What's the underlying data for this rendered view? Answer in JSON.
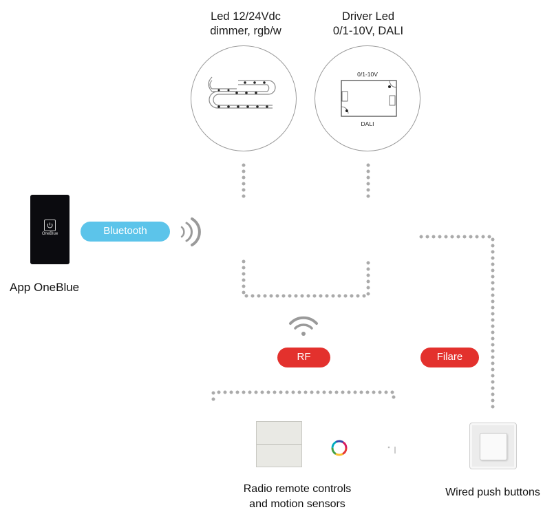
{
  "devices": {
    "led_dimmer": {
      "title_line1": "Led 12/24Vdc",
      "title_line2": "dimmer, rgb/w"
    },
    "driver": {
      "title_line1": "Driver Led",
      "title_line2": "0/1-10V, DALI",
      "top_label": "0/1-10V",
      "bottom_label": "DALI"
    }
  },
  "app": {
    "screen_label": "OneBlue",
    "caption": "App OneBlue"
  },
  "connections": {
    "bluetooth": {
      "label": "Bluetooth",
      "color": "#5cc4ea"
    },
    "rf": {
      "label": "RF",
      "color": "#e3312d"
    },
    "wired": {
      "label": "Filare",
      "color": "#e3312d"
    }
  },
  "captions": {
    "radio": {
      "line1": "Radio remote controls",
      "line2": "and motion sensors"
    },
    "wired": "Wired push buttons"
  },
  "icons": [
    "led-strip-icon",
    "driver-module-icon",
    "smartphone-icon",
    "bluetooth-waves-icon",
    "wifi-signal-icon",
    "remote-switch-icon",
    "color-wheel-icon",
    "motion-sensor-icon",
    "push-button-icon"
  ]
}
